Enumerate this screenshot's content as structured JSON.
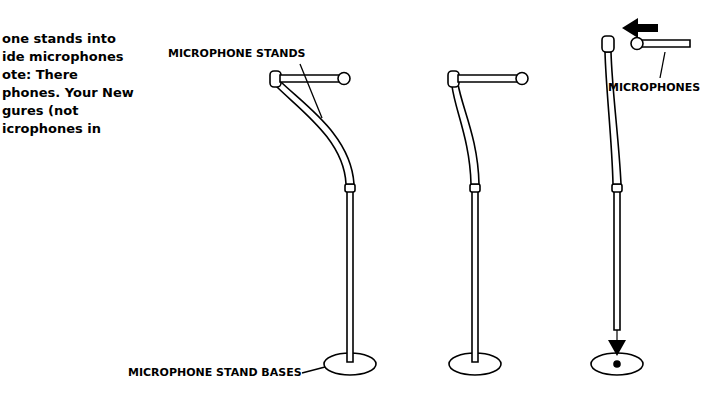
{
  "diagram": {
    "labels": [
      "one stands into",
      "ide microphones",
      "ote: There",
      "phones. Your New",
      "gures (not",
      "icrophones in",
      "MICROPHONE STANDS",
      "MICROPHONES",
      "MICROPHONE STAND BASES"
    ]
  }
}
